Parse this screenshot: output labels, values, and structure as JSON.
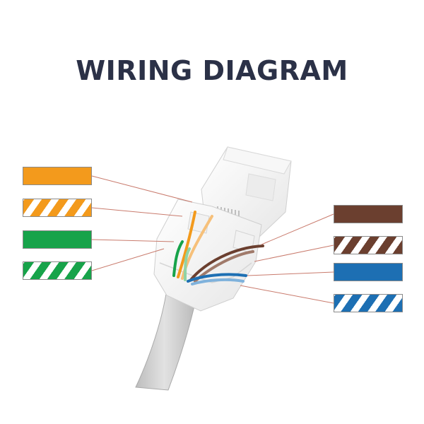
{
  "title": "WIRING DIAGRAM",
  "colors": {
    "title_text": "#2b3147",
    "orange": "#f39a1c",
    "green": "#17a34a",
    "brown": "#6b3f2f",
    "blue": "#1d6fb3",
    "white": "#ffffff",
    "leader_line": "#c97b6d"
  },
  "wire_pairs": {
    "left": [
      {
        "name": "orange",
        "pattern": "solid"
      },
      {
        "name": "orange",
        "pattern": "striped"
      },
      {
        "name": "green",
        "pattern": "solid"
      },
      {
        "name": "green",
        "pattern": "striped"
      }
    ],
    "right": [
      {
        "name": "brown",
        "pattern": "solid"
      },
      {
        "name": "brown",
        "pattern": "striped"
      },
      {
        "name": "blue",
        "pattern": "solid"
      },
      {
        "name": "blue",
        "pattern": "striped"
      }
    ]
  }
}
